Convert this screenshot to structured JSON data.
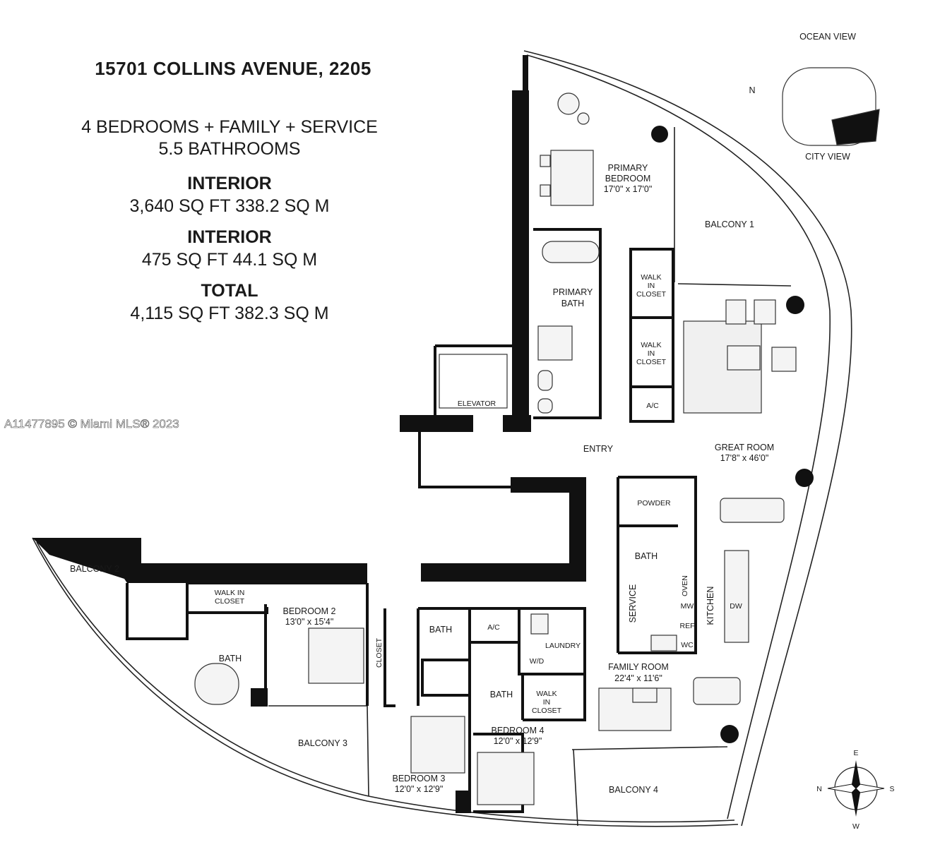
{
  "header": {
    "title": "15701 COLLINS AVENUE, 2205",
    "rooms_line": "4 BEDROOMS + FAMILY + SERVICE",
    "baths_line": "5.5 BATHROOMS",
    "interior_label": "INTERIOR",
    "interior_value": "3,640 SQ FT 338.2 SQ M",
    "exterior_label": "INTERIOR",
    "exterior_value": "475 SQ FT 44.1 SQ M",
    "total_label": "TOTAL",
    "total_value": "4,115 SQ FT 382.3 SQ M"
  },
  "watermark": "A11477895 © Miami MLS® 2023",
  "key_plan": {
    "top_label": "OCEAN VIEW",
    "bottom_label": "CITY VIEW",
    "north_label": "N"
  },
  "compass": {
    "n": "N",
    "e": "E",
    "s": "S",
    "w": "W"
  },
  "rooms": {
    "primary_bedroom": {
      "name1": "PRIMARY",
      "name2": "BEDROOM",
      "dims": "17'0\" x 17'0\""
    },
    "balcony1": "BALCONY 1",
    "primary_bath": {
      "name1": "PRIMARY",
      "name2": "BATH"
    },
    "walk_in_closet_1": {
      "l1": "WALK",
      "l2": "IN",
      "l3": "CLOSET"
    },
    "walk_in_closet_2": {
      "l1": "WALK",
      "l2": "IN",
      "l3": "CLOSET"
    },
    "ac_1": "A/C",
    "elevator": "ELEVATOR",
    "entry": "ENTRY",
    "great_room": {
      "name": "GREAT ROOM",
      "dims": "17'8\" x 46'0\""
    },
    "powder": "POWDER",
    "service_bath": "BATH",
    "service": "SERVICE",
    "kitchen": "KITCHEN",
    "oven": "OVEN",
    "mw": "MW",
    "ref": "REF",
    "wc": "WC",
    "dw": "DW",
    "balcony2": "BALCONY 2",
    "walk_in_closet_bed2": {
      "l1": "WALK IN",
      "l2": "CLOSET"
    },
    "bedroom2": {
      "name": "BEDROOM 2",
      "dims": "13'0\" x 15'4\""
    },
    "bath_bed2": "BATH",
    "closet": "CLOSET",
    "bath_bed3": "BATH",
    "ac_2": "A/C",
    "laundry": "LAUNDRY",
    "wd": "W/D",
    "bath_bed4": "BATH",
    "walk_in_closet_bed4": {
      "l1": "WALK",
      "l2": "IN",
      "l3": "CLOSET"
    },
    "family_room": {
      "name": "FAMILY ROOM",
      "dims": "22'4\" x 11'6\""
    },
    "balcony3": "BALCONY 3",
    "bedroom3": {
      "name": "BEDROOM 3",
      "dims": "12'0\" x 12'9\""
    },
    "bedroom4": {
      "name": "BEDROOM 4",
      "dims": "12'0\" x 12'9\""
    },
    "balcony4": "BALCONY 4"
  }
}
